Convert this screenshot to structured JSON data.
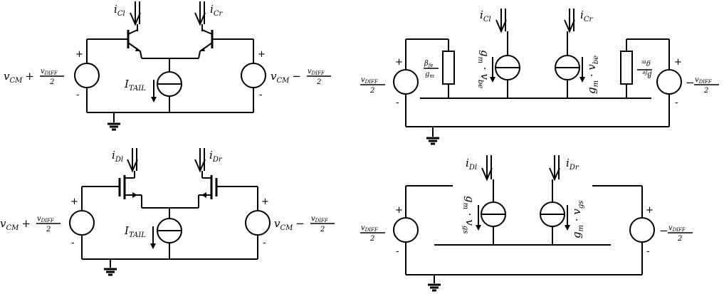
{
  "bjt": {
    "i_left": "i",
    "i_left_sub": "Cl",
    "i_right": "i",
    "i_right_sub": "Cr",
    "tail": "I",
    "tail_sub": "TAIL",
    "src_left": "v",
    "src_left_sub": "CM",
    "src_left_plus": "+",
    "src_left_frac_num": "v",
    "src_left_frac_num_sub": "DIFF",
    "src_left_frac_den": "2",
    "src_right": "v",
    "src_right_sub": "CM",
    "src_right_minus": "−",
    "src_right_frac_num": "v",
    "src_right_frac_num_sub": "DIFF",
    "src_right_frac_den": "2",
    "plus": "+",
    "minus": "-"
  },
  "mos": {
    "i_left": "i",
    "i_left_sub": "Dl",
    "i_right": "i",
    "i_right_sub": "Dr",
    "tail": "I",
    "tail_sub": "TAIL",
    "src_left": "v",
    "src_left_sub": "CM",
    "src_left_plus": "+",
    "src_left_frac_num": "v",
    "src_left_frac_num_sub": "DIFF",
    "src_left_frac_den": "2",
    "src_right": "v",
    "src_right_sub": "CM",
    "src_right_minus": "−",
    "src_right_frac_num": "v",
    "src_right_frac_num_sub": "DIFF",
    "src_right_frac_den": "2",
    "plus": "+",
    "minus": "-"
  },
  "bjt_ss": {
    "i_left": "i",
    "i_left_sub": "Cl",
    "i_right": "i",
    "i_right_sub": "Cr",
    "gm_left": "g",
    "gm_left_sub": "m",
    "dot": " · v",
    "vbe_sub": "be",
    "rpi_num": "β",
    "rpi_num_sub": "fe",
    "rpi_den": "g",
    "rpi_den_sub": "m",
    "src_left_num": "v",
    "src_left_num_sub": "DIFF",
    "src_left_den": "2",
    "src_right_minus": "−",
    "src_right_num": "v",
    "src_right_num_sub": "DIFF",
    "src_right_den": "2",
    "plus": "+",
    "minus": "-"
  },
  "mos_ss": {
    "i_left": "i",
    "i_left_sub": "Dl",
    "i_right": "i",
    "i_right_sub": "Dr",
    "gm_left": "g",
    "gm_left_sub": "m",
    "dot": " · v",
    "vgs_sub": "gs",
    "src_left_num": "v",
    "src_left_num_sub": "DIFF",
    "src_left_den": "2",
    "src_right_minus": "−",
    "src_right_num": "v",
    "src_right_num_sub": "DIFF",
    "src_right_den": "2",
    "plus": "+",
    "minus": "-"
  }
}
